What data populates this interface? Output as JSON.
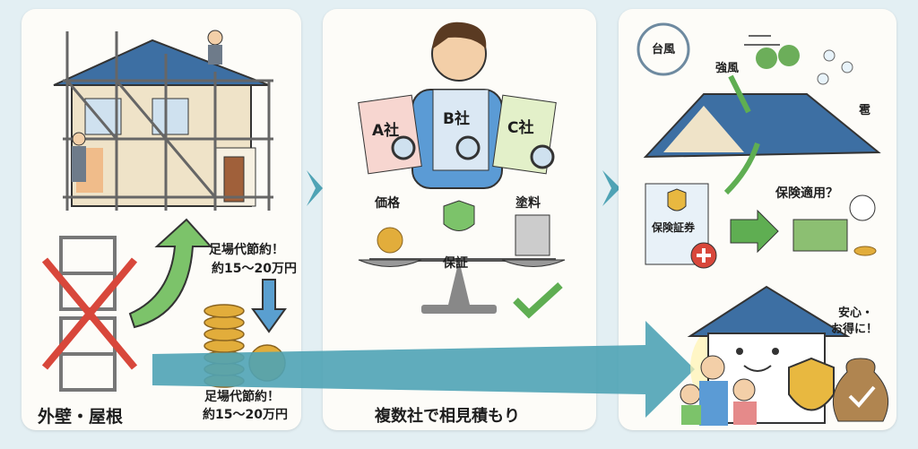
{
  "panel1": {
    "title": "外壁・屋根",
    "saving_top_1": "足場代節約！",
    "saving_top_2": "約15～20万円",
    "saving_bottom_1": "足場代節約！",
    "saving_bottom_2": "約15～20万円"
  },
  "panel2": {
    "title": "複数社で相見積もり",
    "quotes": [
      "A社",
      "B社",
      "C社"
    ],
    "criteria": {
      "price": "価格",
      "warranty": "保証",
      "paint": "塗料"
    }
  },
  "panel3": {
    "typhoon": "台風",
    "strong_wind": "強風",
    "hail": "雹",
    "policy": "保険証券",
    "insurance_q": "保険適用？",
    "result": "安心・",
    "result2": "お得に！"
  },
  "colors": {
    "background": "#e3eff3",
    "teal": "#4fa3b5",
    "green": "#5fae52",
    "roof": "#3d6fa3",
    "gold": "#e2ad3b"
  }
}
